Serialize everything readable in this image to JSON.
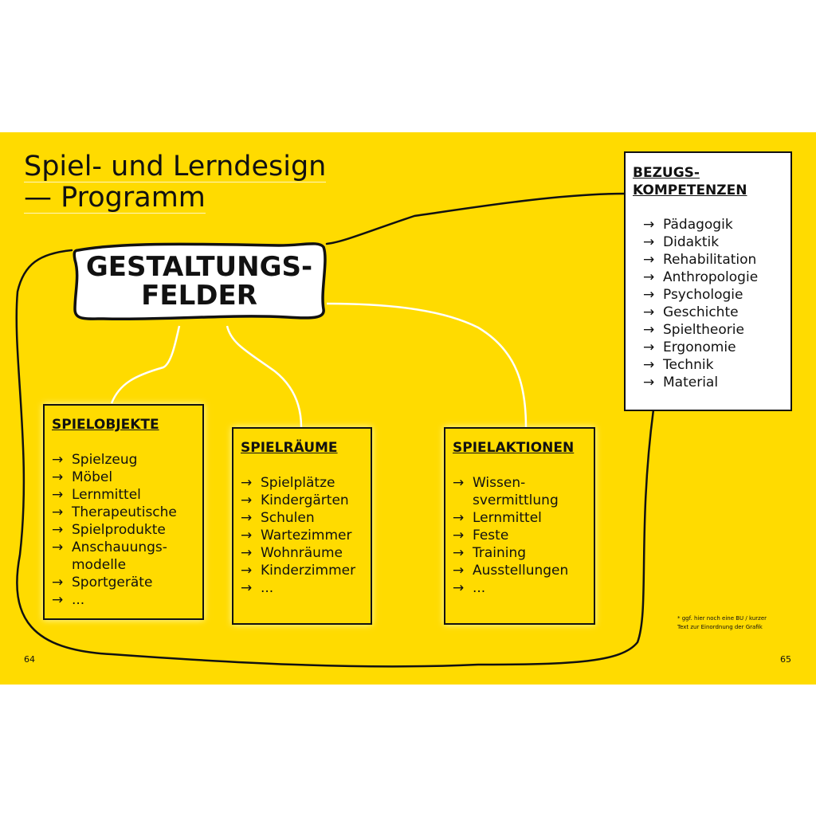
{
  "title": {
    "line1": "Spiel- und Lerndesign",
    "line2": "— Programm"
  },
  "center": {
    "line1": "GESTALTUNGS-",
    "line2": "FELDER"
  },
  "bezug": {
    "heading_line1": "BEZUGS-",
    "heading_line2": "KOMPETENZEN",
    "items": [
      "Pädagogik",
      "Didaktik",
      "Rehabilitation",
      "Anthropologie",
      "Psychologie",
      "Geschichte",
      "Spieltheorie",
      "Ergonomie",
      "Technik",
      "Material"
    ]
  },
  "spielobjekte": {
    "heading": "SPIELOBJEKTE",
    "items": [
      "Spielzeug",
      "Möbel",
      "Lernmittel",
      "Therapeutische",
      "Spielprodukte",
      "Anschauungs-",
      "modelle",
      "Sportgeräte",
      "..."
    ],
    "continuation": [
      false,
      false,
      false,
      false,
      false,
      false,
      true,
      false,
      false
    ]
  },
  "spielraeume": {
    "heading": "SPIELRÄUME",
    "items": [
      "Spielplätze",
      "Kindergärten",
      "Schulen",
      "Wartezimmer",
      "Wohnräume",
      "Kinderzimmer",
      "..."
    ]
  },
  "spielaktionen": {
    "heading": "SPIELAKTIONEN",
    "items": [
      "Wissen-",
      "svermittlung",
      "Lernmittel",
      "Feste",
      "Training",
      "Ausstellungen",
      "..."
    ],
    "continuation": [
      false,
      true,
      false,
      false,
      false,
      false,
      false
    ]
  },
  "caption": {
    "line1": "*   ggf. hier noch eine BU / kurzer",
    "line2": "Text zur Einordnung der Grafik"
  },
  "pages": {
    "left": "64",
    "right": "65"
  },
  "arrow_glyph": "→",
  "colors": {
    "background": "#FFDB00",
    "ink": "#111111",
    "connector": "#ffffff"
  }
}
